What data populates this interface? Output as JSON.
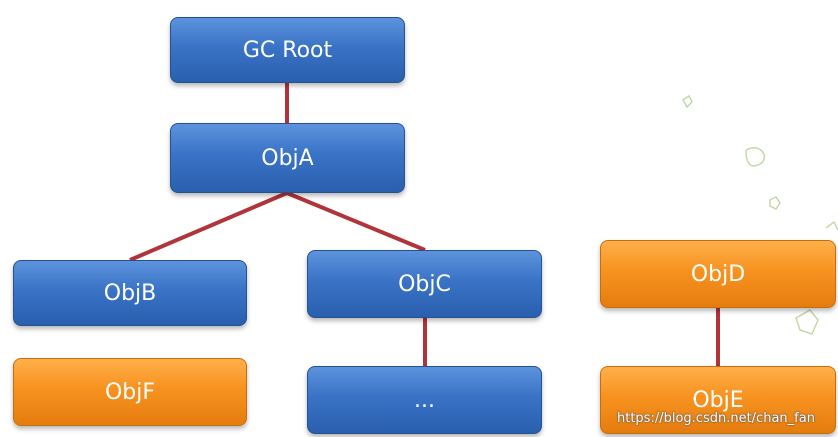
{
  "nodes": {
    "gc_root": "GC Root",
    "obj_a": "ObjA",
    "obj_b": "ObjB",
    "obj_c": "ObjC",
    "obj_c_child": "...",
    "obj_d": "ObjD",
    "obj_e": "ObjE",
    "obj_f": "ObjF"
  },
  "colors": {
    "reachable": "#3a73c6",
    "unreachable": "#f7921f",
    "link": "#b0343a"
  },
  "watermark": "https://blog.csdn.net/chan_fan"
}
